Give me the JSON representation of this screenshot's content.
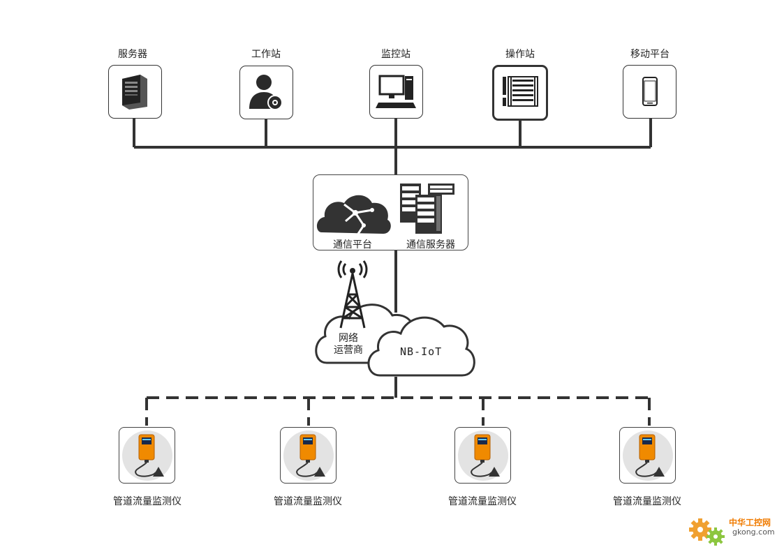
{
  "top_nodes": [
    {
      "label": "服务器"
    },
    {
      "label": "工作站"
    },
    {
      "label": "监控站"
    },
    {
      "label": "操作站"
    },
    {
      "label": "移动平台"
    }
  ],
  "communication": {
    "platform_label": "通信平台",
    "server_label": "通信服务器"
  },
  "network": {
    "operator_label_line1": "网络",
    "operator_label_line2": "运营商",
    "nb_label": "NB-IoT"
  },
  "devices": [
    {
      "label": "管道流量监测仪"
    },
    {
      "label": "管道流量监测仪"
    },
    {
      "label": "管道流量监测仪"
    },
    {
      "label": "管道流量监测仪"
    }
  ],
  "watermark": {
    "line1": "中华工控网",
    "line2": "gkong.com"
  }
}
